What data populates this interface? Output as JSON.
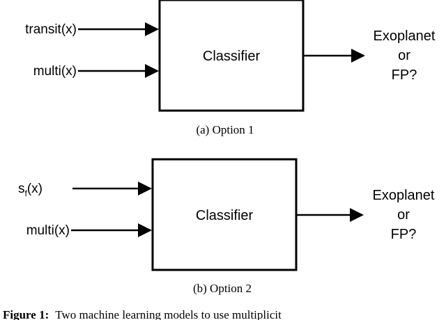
{
  "option1": {
    "inputs": [
      "transit(x)",
      "multi(x)"
    ],
    "classifier_label": "Classifier",
    "output_lines": [
      "Exoplanet",
      "or",
      "FP?"
    ],
    "caption": "(a) Option 1"
  },
  "option2": {
    "input1_main": "s",
    "input1_sub": "f",
    "input1_rest": "(x)",
    "input2": "multi(x)",
    "classifier_label": "Classifier",
    "output_lines": [
      "Exoplanet",
      "or",
      "FP?"
    ],
    "caption": "(b) Option 2"
  },
  "figure_caption": {
    "prefix": "Figure 1:",
    "text": "Two machine learning models to use multiplicit"
  }
}
